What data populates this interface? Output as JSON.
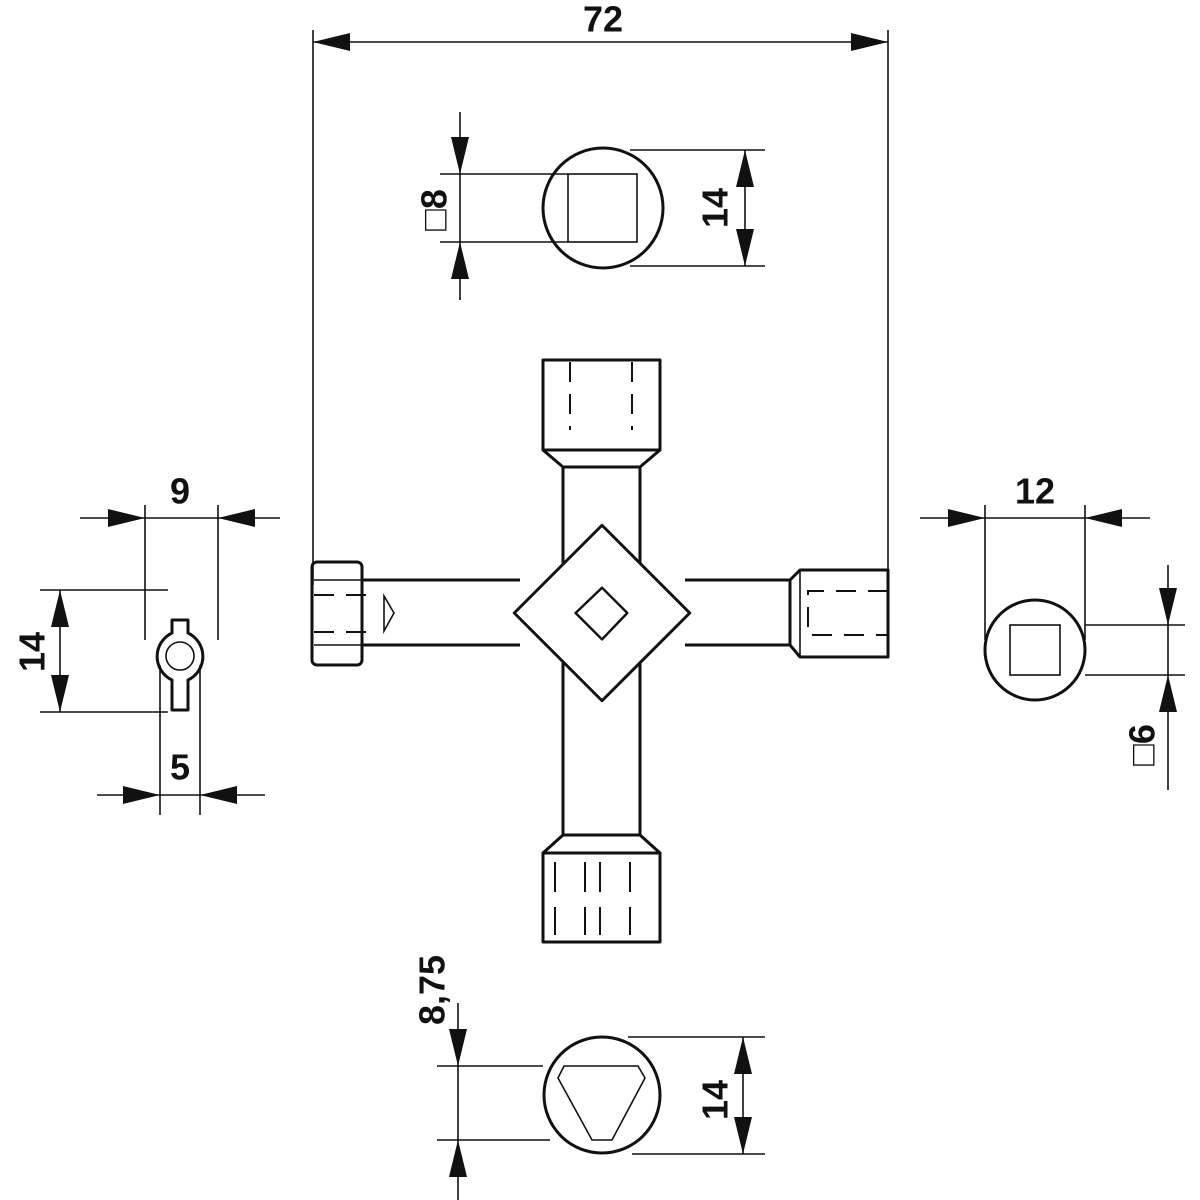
{
  "title": "Universal cabinet key dimensional drawing",
  "dimensions": {
    "overall_width": "72",
    "top_square": "□8",
    "top_diameter": "14",
    "left_width": "9",
    "left_diameter": "14",
    "left_pin": "5",
    "right_width": "12",
    "right_square": "□6",
    "bottom_triangle": "8,75",
    "bottom_diameter": "14"
  }
}
